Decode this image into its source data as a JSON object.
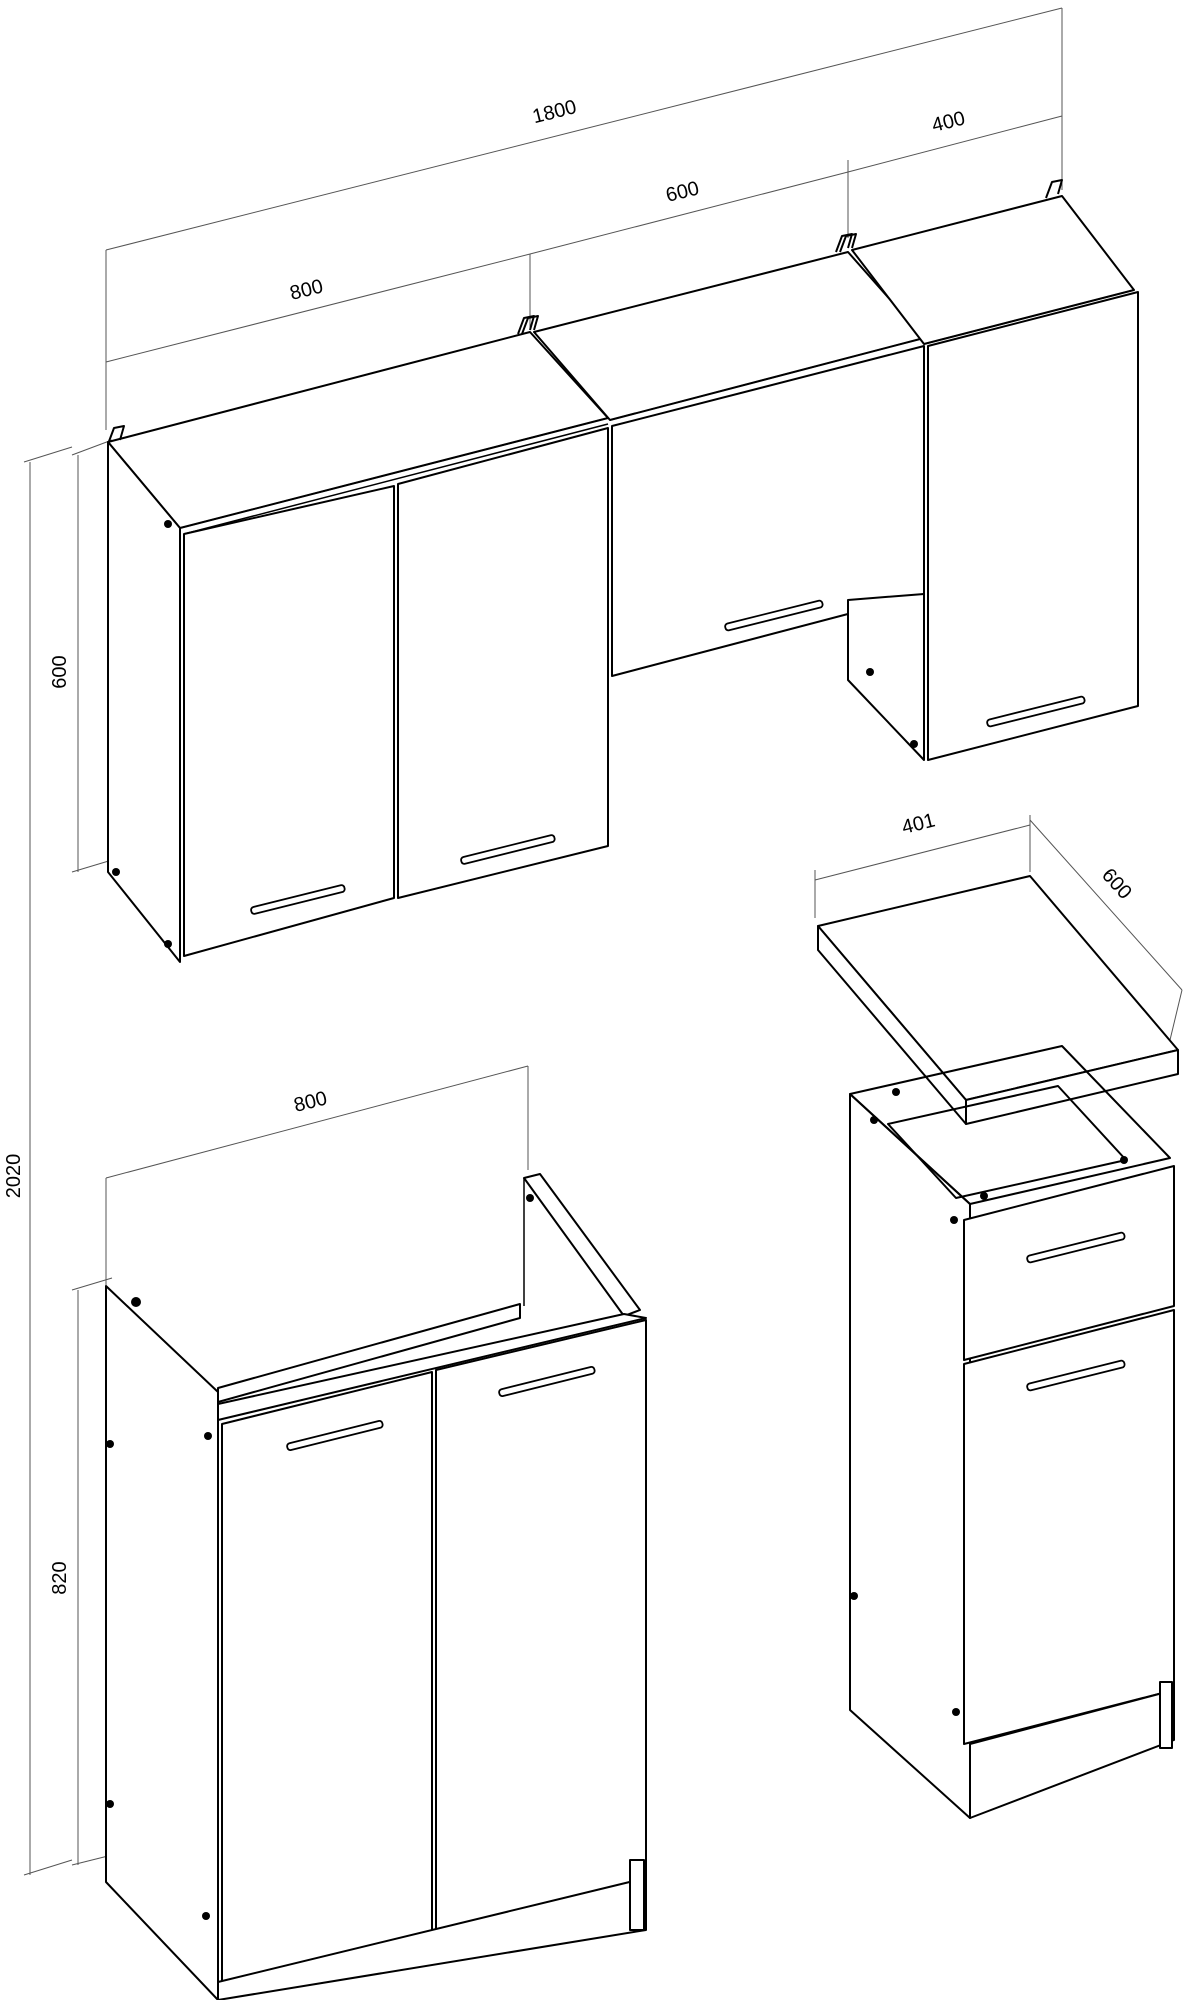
{
  "title": "",
  "dimensions": {
    "total_width": "1800",
    "wall_left_width": "800",
    "wall_middle_width": "600",
    "wall_right_width": "400",
    "wall_height": "600",
    "overall_height": "2020",
    "base_sink_width": "800",
    "base_height": "820",
    "worktop_width": "401",
    "worktop_depth": "600"
  },
  "colors": {
    "line": "#000000",
    "dimension_line": "#555555",
    "background": "#ffffff"
  }
}
